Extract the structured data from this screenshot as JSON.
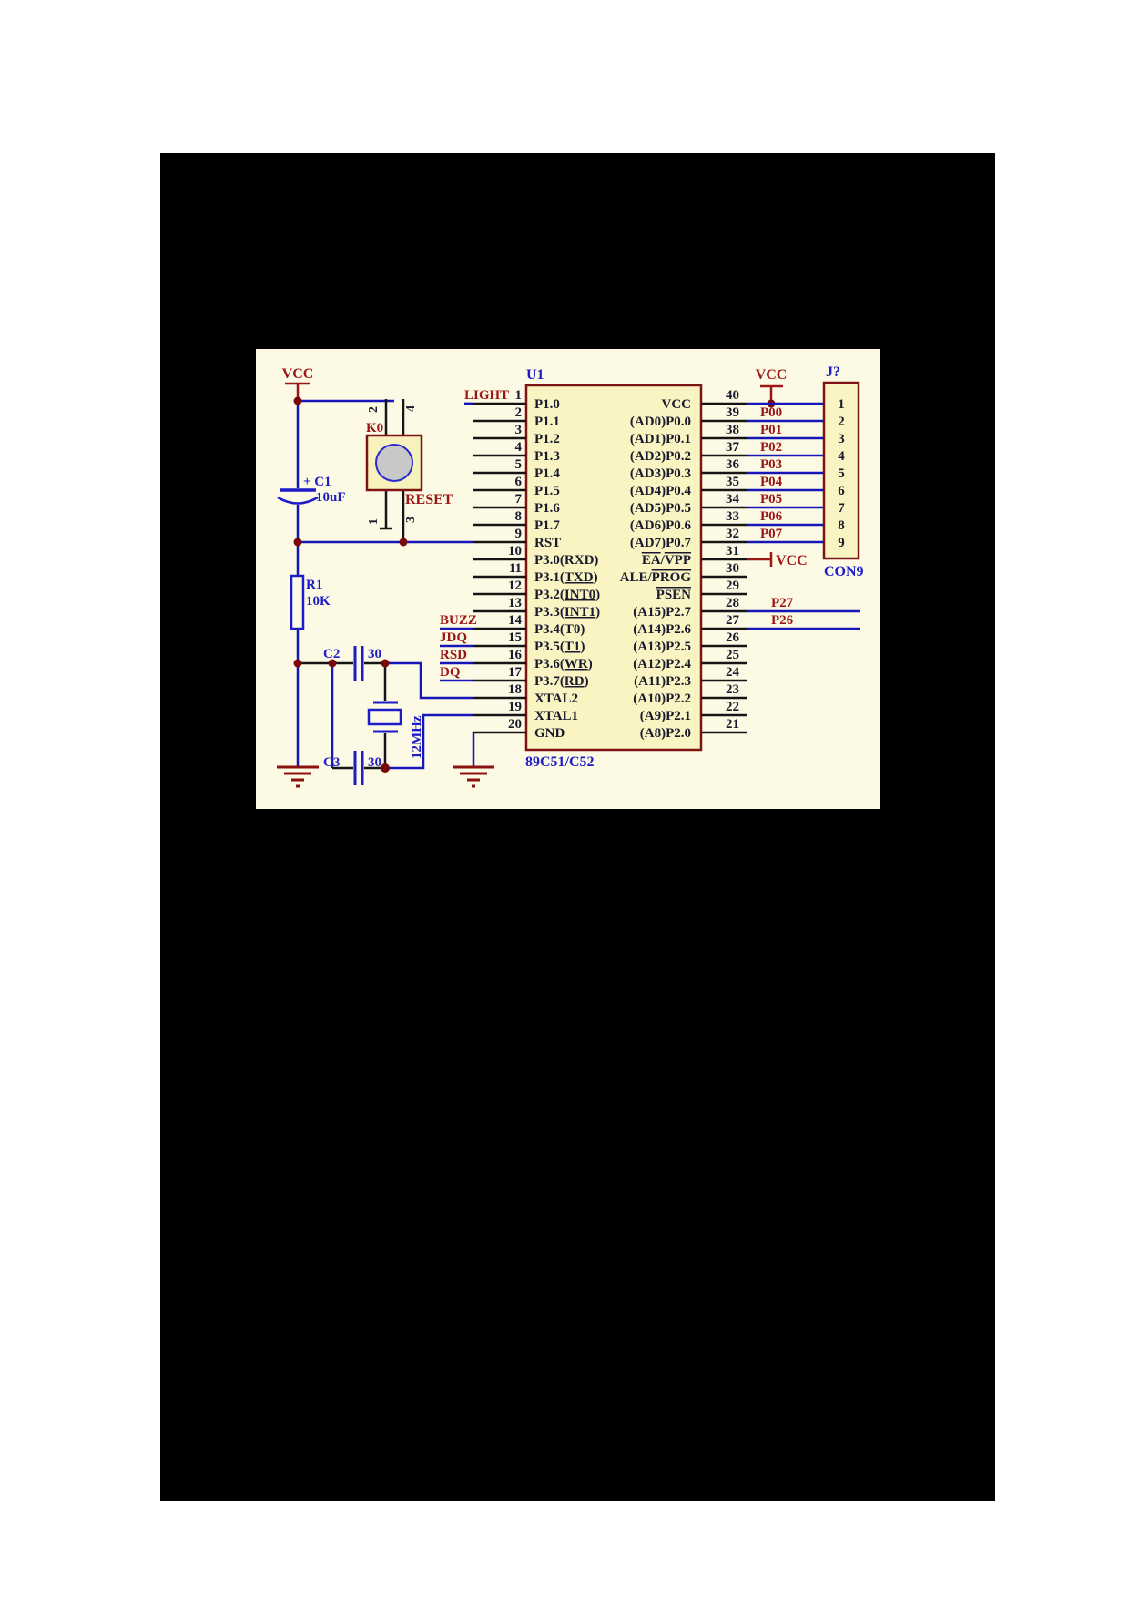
{
  "colors": {
    "panel_bg": "#fcf9e4",
    "chip_fill": "#f9f4c2",
    "button_fill": "#f7f2bd",
    "border_red": "#7d1414",
    "wire_blue": "#1616b8",
    "component_blue": "#1c1cc8",
    "net_red": "#9c1616",
    "dot_red": "#7a0808",
    "ground_red": "#8c1212",
    "pin_text": "#1a1a2e",
    "pin_wire_dark": "#151515",
    "button_circle_fill": "#c8c8c8"
  },
  "schematic": {
    "power": {
      "vcc_left": "VCC",
      "vcc_right": "VCC",
      "vcc_pin31": "VCC"
    },
    "chip": {
      "designator": "U1",
      "part": "89C51/C52",
      "left_pins": [
        {
          "num": "1",
          "name": "P1.0",
          "net": "LIGHT"
        },
        {
          "num": "2",
          "name": "P1.1"
        },
        {
          "num": "3",
          "name": "P1.2"
        },
        {
          "num": "4",
          "name": "P1.3"
        },
        {
          "num": "5",
          "name": "P1.4"
        },
        {
          "num": "6",
          "name": "P1.5"
        },
        {
          "num": "7",
          "name": "P1.6"
        },
        {
          "num": "8",
          "name": "P1.7"
        },
        {
          "num": "9",
          "name": "RST"
        },
        {
          "num": "10",
          "name": "P3.0(RXD)"
        },
        {
          "num": "11",
          "name": "P3.1(_TXD_)"
        },
        {
          "num": "12",
          "name": "P3.2(_INT0_)"
        },
        {
          "num": "13",
          "name": "P3.3(_INT1_)"
        },
        {
          "num": "14",
          "name": "P3.4(T0)",
          "net": "BUZZ"
        },
        {
          "num": "15",
          "name": "P3.5(_T1_)",
          "net": "JDQ"
        },
        {
          "num": "16",
          "name": "P3.6(_WR_)",
          "net": "RSD"
        },
        {
          "num": "17",
          "name": "P3.7(_RD_)",
          "net": "DQ"
        },
        {
          "num": "18",
          "name": "XTAL2"
        },
        {
          "num": "19",
          "name": "XTAL1"
        },
        {
          "num": "20",
          "name": "GND"
        }
      ],
      "right_pins": [
        {
          "num": "40",
          "name": "VCC",
          "to_connector": true
        },
        {
          "num": "39",
          "name": "(AD0)P0.0",
          "net": "P00",
          "to_connector": true
        },
        {
          "num": "38",
          "name": "(AD1)P0.1",
          "net": "P01",
          "to_connector": true
        },
        {
          "num": "37",
          "name": "(AD2)P0.2",
          "net": "P02",
          "to_connector": true
        },
        {
          "num": "36",
          "name": "(AD3)P0.3",
          "net": "P03",
          "to_connector": true
        },
        {
          "num": "35",
          "name": "(AD4)P0.4",
          "net": "P04",
          "to_connector": true
        },
        {
          "num": "34",
          "name": "(AD5)P0.5",
          "net": "P05",
          "to_connector": true
        },
        {
          "num": "33",
          "name": "(AD6)P0.6",
          "net": "P06",
          "to_connector": true
        },
        {
          "num": "32",
          "name": "(AD7)P0.7",
          "net": "P07",
          "to_connector": true
        },
        {
          "num": "31",
          "name": "¯EA¯/¯VPP¯"
        },
        {
          "num": "30",
          "name": "ALE/¯PROG¯"
        },
        {
          "num": "29",
          "name": "¯PSEN¯"
        },
        {
          "num": "28",
          "name": "(A15)P2.7",
          "net": "P27",
          "net_wire": true
        },
        {
          "num": "27",
          "name": "(A14)P2.6",
          "net": "P26",
          "net_wire": true
        },
        {
          "num": "26",
          "name": "(A13)P2.5"
        },
        {
          "num": "25",
          "name": "(A12)P2.4"
        },
        {
          "num": "24",
          "name": "(A11)P2.3"
        },
        {
          "num": "23",
          "name": "(A10)P2.2"
        },
        {
          "num": "22",
          "name": "(A9)P2.1"
        },
        {
          "num": "21",
          "name": "(A8)P2.0"
        }
      ]
    },
    "connector": {
      "designator": "J?",
      "part": "CON9",
      "pins": [
        "1",
        "2",
        "3",
        "4",
        "5",
        "6",
        "7",
        "8",
        "9"
      ]
    },
    "reset_button": {
      "designator": "K0",
      "label": "RESET",
      "pins": {
        "tl": "2",
        "tr": "4",
        "bl": "1",
        "br": "3"
      }
    },
    "c1": {
      "ref": "+ C1",
      "value": "10uF"
    },
    "r1": {
      "ref": "R1",
      "value": "10K"
    },
    "c2": {
      "ref": "C2",
      "value": "30"
    },
    "c3": {
      "ref": "C3",
      "value": "30"
    },
    "crystal": {
      "value": "12MHz"
    }
  }
}
